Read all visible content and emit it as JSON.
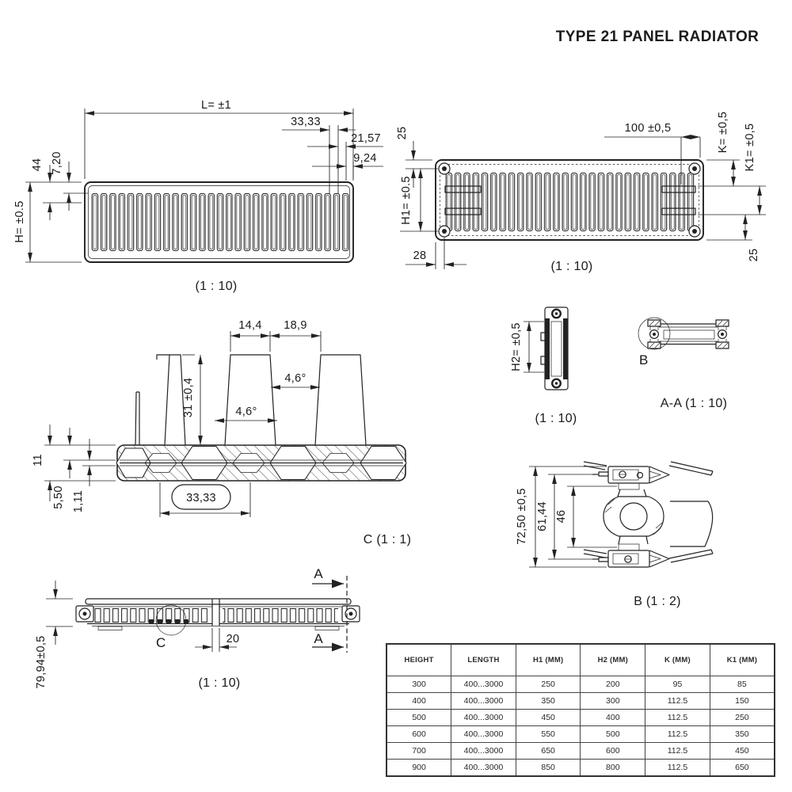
{
  "title": "TYPE 21 PANEL RADIATOR",
  "colors": {
    "line": "#222222",
    "text": "#1a1a1a"
  },
  "views": {
    "front": {
      "scale": "(1 : 10)",
      "dim_length": "L= ±1",
      "dim_3333": "33,33",
      "dim_2157": "21,57",
      "dim_924": "9,24",
      "dim_44": "44",
      "dim_720": "7,20",
      "dim_height": "H= ±0.5"
    },
    "rear": {
      "scale": "(1 : 10)",
      "dim_25_top": "25",
      "dim_100": "100 ±0,5",
      "dim_k": "K= ±0,5",
      "dim_k1": "K1= ±0,5",
      "dim_h1": "H1= ±0.5",
      "dim_28": "28",
      "dim_25_bottom": "25"
    },
    "detail_c": {
      "scale": "C (1 : 1)",
      "dim_144": "14,4",
      "dim_189": "18,9",
      "dim_31": "31 ±0,4",
      "dim_angle_upper": "4,6°",
      "dim_angle_lower": "4,6°",
      "dim_11": "11",
      "dim_550": "5,50",
      "dim_111": "1,11",
      "dim_3333": "33,33"
    },
    "side": {
      "scale": "(1 : 10)",
      "dim_h2": "H2= ±0,5"
    },
    "section_aa": {
      "scale": "A-A (1 : 10)",
      "callout_b": "B"
    },
    "detail_b": {
      "scale": "B (1 : 2)",
      "dim_7250": "72,50 ±0,5",
      "dim_6144": "61,44",
      "dim_46": "46"
    },
    "plan": {
      "scale": "(1 : 10)",
      "dim_7994": "79,94±0,5",
      "dim_20": "20",
      "section_a_top": "A",
      "section_a_bottom": "A",
      "callout_c": "C"
    }
  },
  "table": {
    "headers": [
      "HEIGHT",
      "LENGTH",
      "H1 (MM)",
      "H2 (MM)",
      "K (MM)",
      "K1 (MM)"
    ],
    "rows": [
      [
        "300",
        "400...3000",
        "250",
        "200",
        "95",
        "85"
      ],
      [
        "400",
        "400...3000",
        "350",
        "300",
        "112.5",
        "150"
      ],
      [
        "500",
        "400...3000",
        "450",
        "400",
        "112.5",
        "250"
      ],
      [
        "600",
        "400...3000",
        "550",
        "500",
        "112.5",
        "350"
      ],
      [
        "700",
        "400...3000",
        "650",
        "600",
        "112.5",
        "450"
      ],
      [
        "900",
        "400...3000",
        "850",
        "800",
        "112.5",
        "650"
      ]
    ]
  }
}
